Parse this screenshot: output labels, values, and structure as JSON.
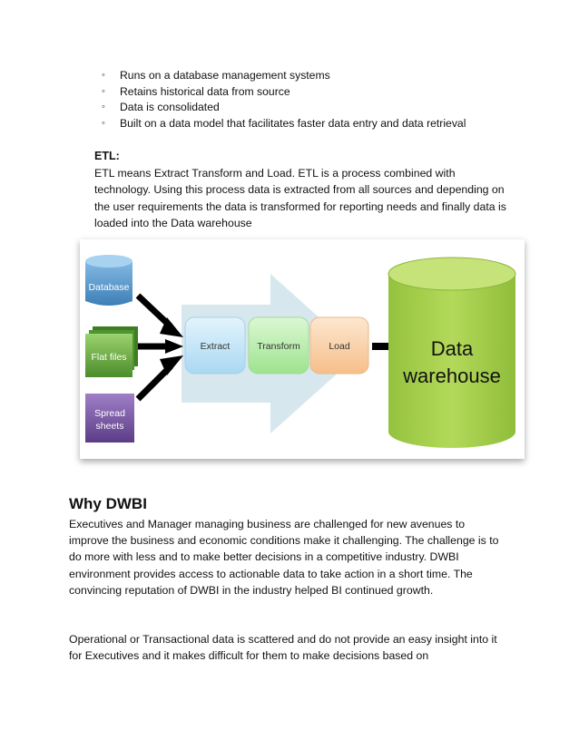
{
  "bullets": [
    "Runs on a database management systems",
    "Retains historical data from source",
    "Data is consolidated",
    "Built on a data model that facilitates faster data entry and data retrieval"
  ],
  "etl": {
    "heading": "ETL:",
    "paragraph": "ETL means Extract Transform and Load. ETL is a process combined with technology. Using this process data is extracted from all sources and depending on the user requirements the data is transformed for reporting needs and finally data is loaded into the Data warehouse"
  },
  "diagram": {
    "sources": [
      "Database",
      "Flat files",
      "Spread sheets"
    ],
    "steps": [
      "Extract",
      "Transform",
      "Load"
    ],
    "target_line1": "Data",
    "target_line2": "warehouse",
    "colors": {
      "database": "#4f93c8",
      "flat_files": "#5fa33a",
      "spreadsheets": "#6f4f9a",
      "extract": "#bfe3f7",
      "transform": "#b6ecac",
      "load": "#f9cfa4",
      "warehouse": "#a6cf4d",
      "big_arrow": "#cfe3ea"
    }
  },
  "why": {
    "title": "Why DWBI",
    "paragraph1": "Executives and Manager managing business are challenged for new avenues to improve the business and economic conditions make it challenging. The challenge is to do more with less and to make better decisions in a competitive industry. DWBI environment provides access to actionable data to take action in a short time. The convincing reputation of DWBI in the industry helped BI continued growth.",
    "paragraph2": "Operational or Transactional data is scattered and do not provide an easy insight into it for Executives and it makes difficult for them to make decisions based on"
  }
}
